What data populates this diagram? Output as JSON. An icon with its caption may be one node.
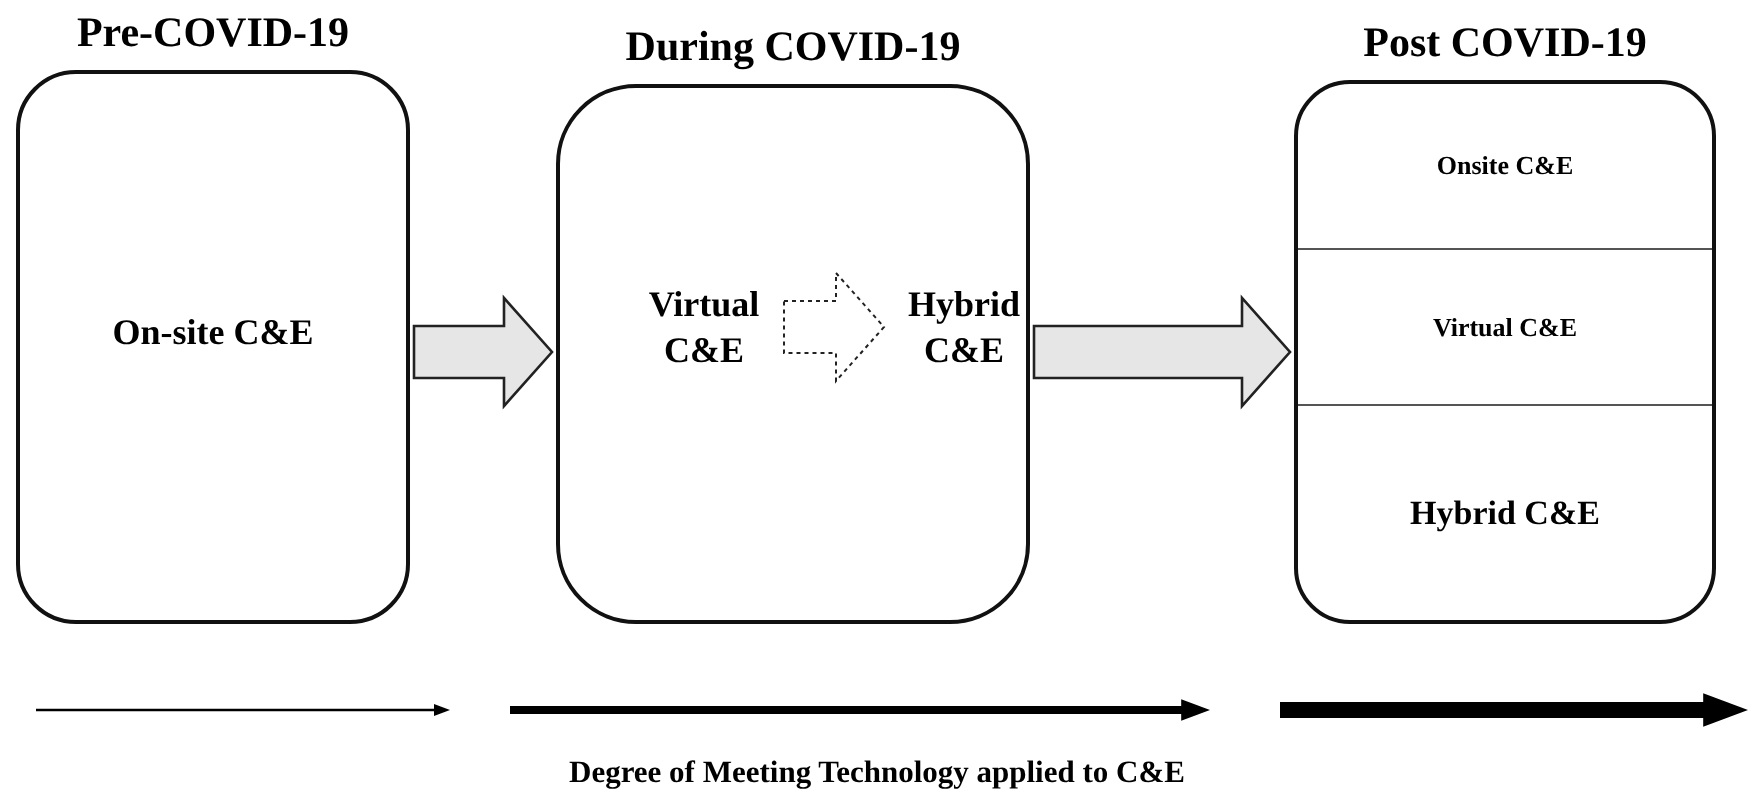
{
  "diagram": {
    "nodes": [
      {
        "text": [
          "Pre-COVID-19",
          "On-site C&E"
        ]
      },
      {
        "text": [
          "During COVID-19"
        ]
      },
      {
        "text": [
          "Virtual C&E"
        ],
        "in": 1
      },
      {
        "text": [
          "Hybrid C&E"
        ],
        "in": 1
      },
      {
        "text": [
          "Post COVID-19"
        ]
      },
      {
        "text": [
          "Onsite C&E"
        ],
        "in": 4
      },
      {
        "text": [
          "Virtual C&E"
        ],
        "in": 4
      },
      {
        "text": [
          "Hybrid C&E"
        ],
        "in": 4
      }
    ],
    "edges": [
      {
        "from": 0,
        "to": 1,
        "arrow": "to"
      },
      {
        "from": 2,
        "to": 3,
        "arrow": "to",
        "style": "dashed"
      },
      {
        "from": 1,
        "to": 4,
        "arrow": "to"
      }
    ],
    "labels": [
      "Degree of Meeting Technology applied to C&E"
    ]
  }
}
